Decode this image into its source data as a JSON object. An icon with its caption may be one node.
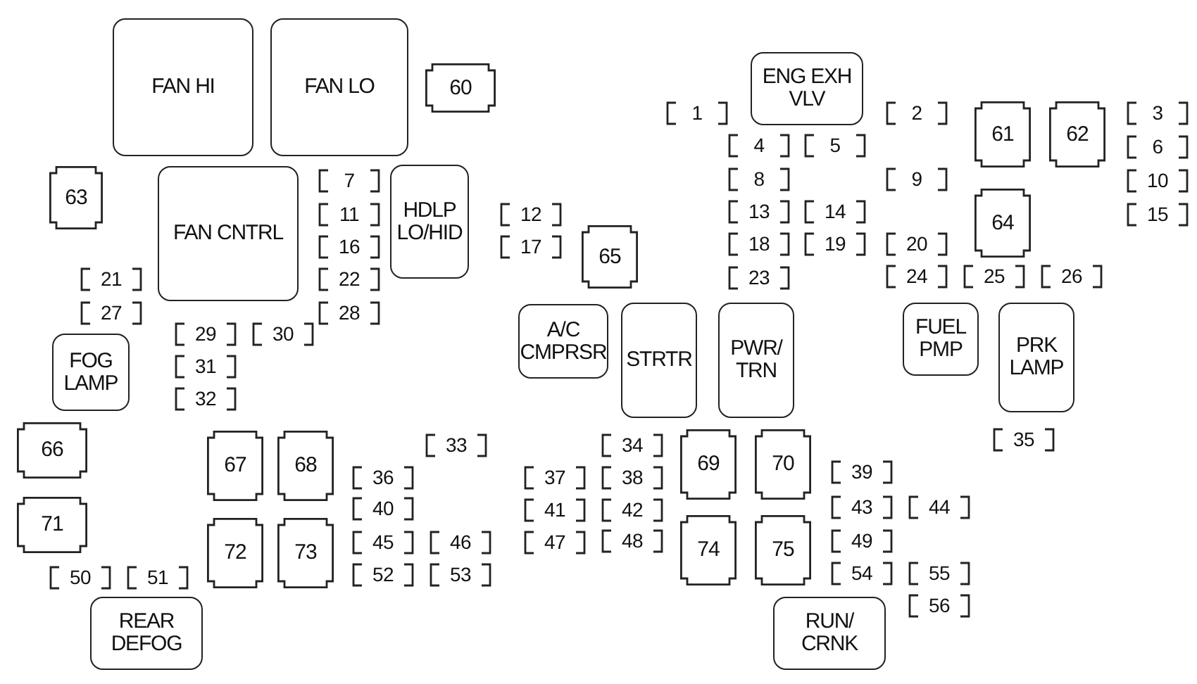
{
  "diagram": {
    "nodes": [
      {
        "text": [
          "FAN HI"
        ]
      },
      {
        "text": [
          "FAN LO"
        ]
      },
      {
        "text": [
          "60"
        ]
      },
      {
        "text": [
          "ENG EXH VLV"
        ]
      },
      {
        "text": [
          "61"
        ]
      },
      {
        "text": [
          "62"
        ]
      },
      {
        "text": [
          "63"
        ]
      },
      {
        "text": [
          "FAN CNTRL"
        ]
      },
      {
        "text": [
          "HDLP LO/HID"
        ]
      },
      {
        "text": [
          "64"
        ]
      },
      {
        "text": [
          "65"
        ]
      },
      {
        "text": [
          "A/C CMPRSR"
        ]
      },
      {
        "text": [
          "STRTR"
        ]
      },
      {
        "text": [
          "PWR/ TRN"
        ]
      },
      {
        "text": [
          "FUEL PMP"
        ]
      },
      {
        "text": [
          "PRK LAMP"
        ]
      },
      {
        "text": [
          "FOG LAMP"
        ]
      },
      {
        "text": [
          "66"
        ]
      },
      {
        "text": [
          "67"
        ]
      },
      {
        "text": [
          "68"
        ]
      },
      {
        "text": [
          "69"
        ]
      },
      {
        "text": [
          "70"
        ]
      },
      {
        "text": [
          "71"
        ]
      },
      {
        "text": [
          "72"
        ]
      },
      {
        "text": [
          "73"
        ]
      },
      {
        "text": [
          "74"
        ]
      },
      {
        "text": [
          "75"
        ]
      },
      {
        "text": [
          "REAR DEFOG"
        ]
      },
      {
        "text": [
          "RUN/ CRNK"
        ]
      },
      {
        "text": [
          "1"
        ]
      },
      {
        "text": [
          "2"
        ]
      },
      {
        "text": [
          "3"
        ]
      },
      {
        "text": [
          "4"
        ]
      },
      {
        "text": [
          "5"
        ]
      },
      {
        "text": [
          "6"
        ]
      },
      {
        "text": [
          "7"
        ]
      },
      {
        "text": [
          "8"
        ]
      },
      {
        "text": [
          "9"
        ]
      },
      {
        "text": [
          "10"
        ]
      },
      {
        "text": [
          "11"
        ]
      },
      {
        "text": [
          "12"
        ]
      },
      {
        "text": [
          "13"
        ]
      },
      {
        "text": [
          "14"
        ]
      },
      {
        "text": [
          "15"
        ]
      },
      {
        "text": [
          "16"
        ]
      },
      {
        "text": [
          "17"
        ]
      },
      {
        "text": [
          "18"
        ]
      },
      {
        "text": [
          "19"
        ]
      },
      {
        "text": [
          "20"
        ]
      },
      {
        "text": [
          "21"
        ]
      },
      {
        "text": [
          "22"
        ]
      },
      {
        "text": [
          "23"
        ]
      },
      {
        "text": [
          "24"
        ]
      },
      {
        "text": [
          "25"
        ]
      },
      {
        "text": [
          "26"
        ]
      },
      {
        "text": [
          "27"
        ]
      },
      {
        "text": [
          "28"
        ]
      },
      {
        "text": [
          "29"
        ]
      },
      {
        "text": [
          "30"
        ]
      },
      {
        "text": [
          "31"
        ]
      },
      {
        "text": [
          "32"
        ]
      },
      {
        "text": [
          "33"
        ]
      },
      {
        "text": [
          "34"
        ]
      },
      {
        "text": [
          "35"
        ]
      },
      {
        "text": [
          "36"
        ]
      },
      {
        "text": [
          "37"
        ]
      },
      {
        "text": [
          "38"
        ]
      },
      {
        "text": [
          "39"
        ]
      },
      {
        "text": [
          "40"
        ]
      },
      {
        "text": [
          "41"
        ]
      },
      {
        "text": [
          "42"
        ]
      },
      {
        "text": [
          "43"
        ]
      },
      {
        "text": [
          "44"
        ]
      },
      {
        "text": [
          "45"
        ]
      },
      {
        "text": [
          "46"
        ]
      },
      {
        "text": [
          "47"
        ]
      },
      {
        "text": [
          "48"
        ]
      },
      {
        "text": [
          "49"
        ]
      },
      {
        "text": [
          "50"
        ]
      },
      {
        "text": [
          "51"
        ]
      },
      {
        "text": [
          "52"
        ]
      },
      {
        "text": [
          "53"
        ]
      },
      {
        "text": [
          "54"
        ]
      },
      {
        "text": [
          "55"
        ]
      },
      {
        "text": [
          "56"
        ]
      }
    ]
  }
}
